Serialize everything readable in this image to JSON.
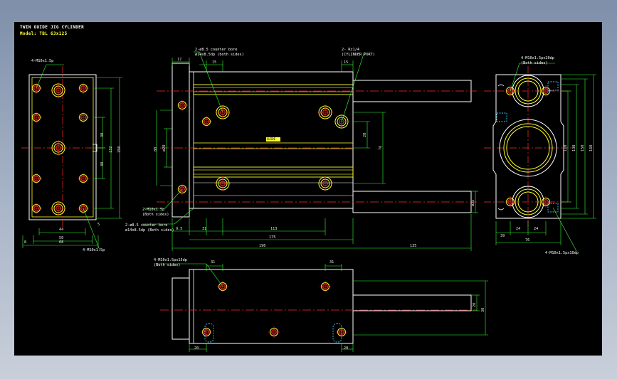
{
  "title": "TWIN GUIDE JIG CYLINDER",
  "model": "Model: TBL 63x125",
  "nameplate": "GUIDE",
  "colors": {
    "background": "#000000",
    "outline": "#ffffff",
    "body": "#ffff33",
    "centerline": "#ff2a2a",
    "dimension": "#33ff33",
    "hidden": "#33ccff",
    "label": "#ffffff"
  },
  "callouts": {
    "left_top": "4-M10x1.5p",
    "left_bottom": "4-M10x1.5p",
    "front_top_left": "2-ø8.5 counter bore",
    "front_top_left_sub": "ø14x8.5dp (both sides)",
    "front_top_right": "2- Rc1/4",
    "front_top_right_sub": "(CYLINDER PORT)",
    "front_bottom_left": "2-M10x1.5p",
    "front_bottom_left_sub": "(Both sides)",
    "front_bottom_left2": "2-ø8.5 counter bore",
    "front_bottom_left2_sub": "ø14x8.5dp (Both sides)",
    "right_top": "4-M10x1.5px20dp",
    "right_top_sub": "(Both sides)",
    "right_bottom": "4-M10x1.5px10dp",
    "bottom_view": "4-M10x1.5px15dp",
    "bottom_view_sub": "(Both sides)"
  },
  "dimensions": {
    "left_view": [
      "44",
      "50",
      "68",
      "8",
      "30",
      "30",
      "132",
      "150",
      "5"
    ],
    "front_view_top": [
      "17",
      "15",
      "15"
    ],
    "front_view_bottom": [
      "9.5",
      "31",
      "113",
      "175",
      "196",
      "135"
    ],
    "front_view_side": [
      "80",
      "ø20",
      "28",
      "76",
      "ø25"
    ],
    "right_view": [
      "39",
      "24",
      "24",
      "76",
      "160",
      "150",
      "130",
      "110"
    ],
    "bottom_view": [
      "31",
      "31",
      "20",
      "20",
      "20",
      "30"
    ]
  }
}
